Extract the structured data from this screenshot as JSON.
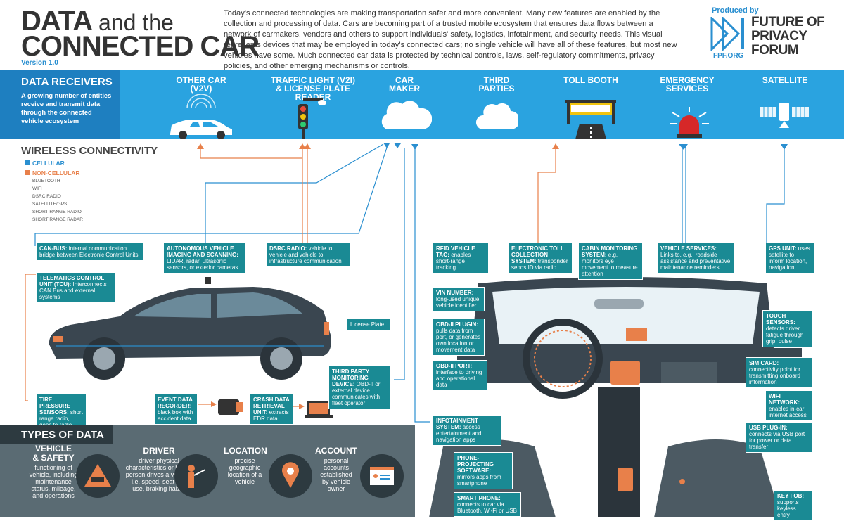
{
  "header": {
    "title_line1_bold": "DATA",
    "title_line1_rest": " and the",
    "title_line2": "CONNECTED CAR",
    "version": "Version 1.0",
    "intro": "Today's connected technologies are making transportation safer and more convenient. Many new features are enabled by the collection and processing of data. Cars are becoming part of a trusted mobile ecosystem that ensures data flows  between a network of carmakers, vendors and others to support individuals' safety, logistics, infotainment, and security needs. This visual represents devices that may be employed in today's connected cars; no single vehicle will have all of these features, but most new vehicles have some. Much connected car data is protected by technical controls, laws, self-regulatory commitments, privacy policies, and other emerging mechanisms or controls.",
    "produced_by": "Produced by",
    "org_line1": "FUTURE OF",
    "org_line2": "PRIVACY",
    "org_line3": "FORUM",
    "org_url": "FPF.ORG"
  },
  "receivers": {
    "title": "DATA RECEIVERS",
    "description": "A growing number of entities receive and transmit data through the connected vehicle ecosystem",
    "items": [
      {
        "line1": "OTHER CAR",
        "line2": "(V2V)"
      },
      {
        "line1": "TRAFFIC LIGHT (V2I)",
        "line2": "& LICENSE PLATE READER"
      },
      {
        "line1": "CAR",
        "line2": "MAKER"
      },
      {
        "line1": "THIRD",
        "line2": "PARTIES"
      },
      {
        "line1": "TOLL BOOTH",
        "line2": ""
      },
      {
        "line1": "EMERGENCY",
        "line2": "SERVICES"
      },
      {
        "line1": "SATELLITE",
        "line2": ""
      }
    ]
  },
  "wireless": {
    "title": "WIRELESS CONNECTIVITY",
    "cellular": "CELLULAR",
    "non_cellular": "NON-CELLULAR",
    "sub": [
      "BLUETOOTH",
      "WIFI",
      "DSRC RADIO",
      "SATELLITE/GPS",
      "SHORT RANGE RADIO",
      "SHORT RANGE RADAR"
    ],
    "color_cellular": "#2a8fd0",
    "color_non_cellular": "#e8804a"
  },
  "exterior_callouts": {
    "can_bus": {
      "head": "CAN-BUS:",
      "body": " internal communication bridge between Electronic Control Units"
    },
    "autonomous": {
      "head": "AUTONOMOUS VEHICLE IMAGING AND SCANNING:",
      "body": " LIDAR, radar, ultrasonic sensors, or exterior cameras"
    },
    "dsrc": {
      "head": "DSRC RADIO:",
      "body": " vehicle to vehicle and vehicle to infrastructure communication"
    },
    "tcu": {
      "head": "TELEMATICS CONTROL UNIT (TCU):",
      "body": " Interconnects CAN Bus and external systems"
    },
    "license": {
      "head": "",
      "body": "License Plate"
    },
    "third_party": {
      "head": "THIRD PARTY MONITORING DEVICE:",
      "body": " OBD-II or external device communicates with fleet operator"
    },
    "tire": {
      "head": "TIRE PRESSURE SENSORS:",
      "body": " short range radio, goes to radio receiver"
    },
    "edr": {
      "head": "EVENT DATA RECORDER:",
      "body": " black box with accident data"
    },
    "crash": {
      "head": "CRASH DATA RETRIEVAL UNIT:",
      "body": " extracts EDR data"
    }
  },
  "interior_callouts": {
    "rfid": {
      "head": "RFID VEHICLE TAG:",
      "body": " enables short-range tracking"
    },
    "toll": {
      "head": "ELECTRONIC TOLL COLLECTION SYSTEM:",
      "body": " transponder sends ID via radio"
    },
    "cabin": {
      "head": "CABIN MONITORING SYSTEM:",
      "body": " e.g. monitors eye movement to measure attention"
    },
    "vehicle_services": {
      "head": "VEHICLE SERVICES:",
      "body": " Links to, e.g., roadside assistance and preventative maintenance reminders"
    },
    "gps": {
      "head": "GPS UNIT:",
      "body": " uses satellite to inform location, navigation"
    },
    "vin": {
      "head": "VIN NUMBER:",
      "body": " long-used unique vehicle identifier"
    },
    "obd_plugin": {
      "head": "OBD-II PLUGIN:",
      "body": " pulls data from port, or generates own location or movement data"
    },
    "obd_port": {
      "head": "OBD-II PORT:",
      "body": " interface to driving and operational data"
    },
    "touch": {
      "head": "TOUCH SENSORS:",
      "body": " detects driver fatigue through grip, pulse"
    },
    "sim": {
      "head": "SIM CARD:",
      "body": " connectivity point for transmitting onboard information"
    },
    "wifi": {
      "head": "WIFI NETWORK:",
      "body": " enables in-car internet access"
    },
    "infotainment": {
      "head": "INFOTAINMENT SYSTEM:",
      "body": " access entertainment and navigation apps"
    },
    "usb": {
      "head": "USB PLUG-IN:",
      "body": " connects via USB port for power or data transfer"
    },
    "phone_proj": {
      "head": "PHONE- PROJECTING SOFTWARE:",
      "body": " mirrors apps from smartphone"
    },
    "smartphone": {
      "head": "SMART PHONE:",
      "body": " connects to car via Bluetooth, Wi-Fi or USB"
    },
    "keyfob": {
      "head": "KEY FOB:",
      "body": " supports keyless entry"
    }
  },
  "types": {
    "title": "TYPES OF DATA",
    "items": [
      {
        "head": "VEHICLE & SAFETY",
        "desc": "functioning of vehicle, including maintenance status, mileage, and operations",
        "icon": "car-warning-icon"
      },
      {
        "head": "DRIVER",
        "desc": "driver physical characteristics or how a person drives a vehicle: i.e. speed, seat belt use, braking habits",
        "icon": "driver-icon"
      },
      {
        "head": "LOCATION",
        "desc": "precise geographic location of a vehicle",
        "icon": "location-pin-icon"
      },
      {
        "head": "ACCOUNT",
        "desc": "personal accounts established by vehicle owner",
        "icon": "account-icon"
      }
    ]
  }
}
